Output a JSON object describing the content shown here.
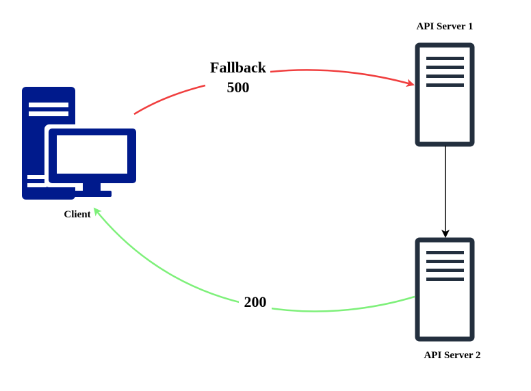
{
  "nodes": {
    "client": {
      "label": "Client",
      "color": "#001a8c"
    },
    "server1": {
      "label": "API Server 1",
      "color": "#232f3e"
    },
    "server2": {
      "label": "API Server 2",
      "color": "#232f3e"
    }
  },
  "edges": {
    "fallback": {
      "label_line1": "Fallback",
      "label_line2": "500",
      "color": "#f03e3e"
    },
    "redirect": {
      "color": "#000000"
    },
    "success": {
      "label": "200",
      "color": "#7ef07a"
    }
  }
}
